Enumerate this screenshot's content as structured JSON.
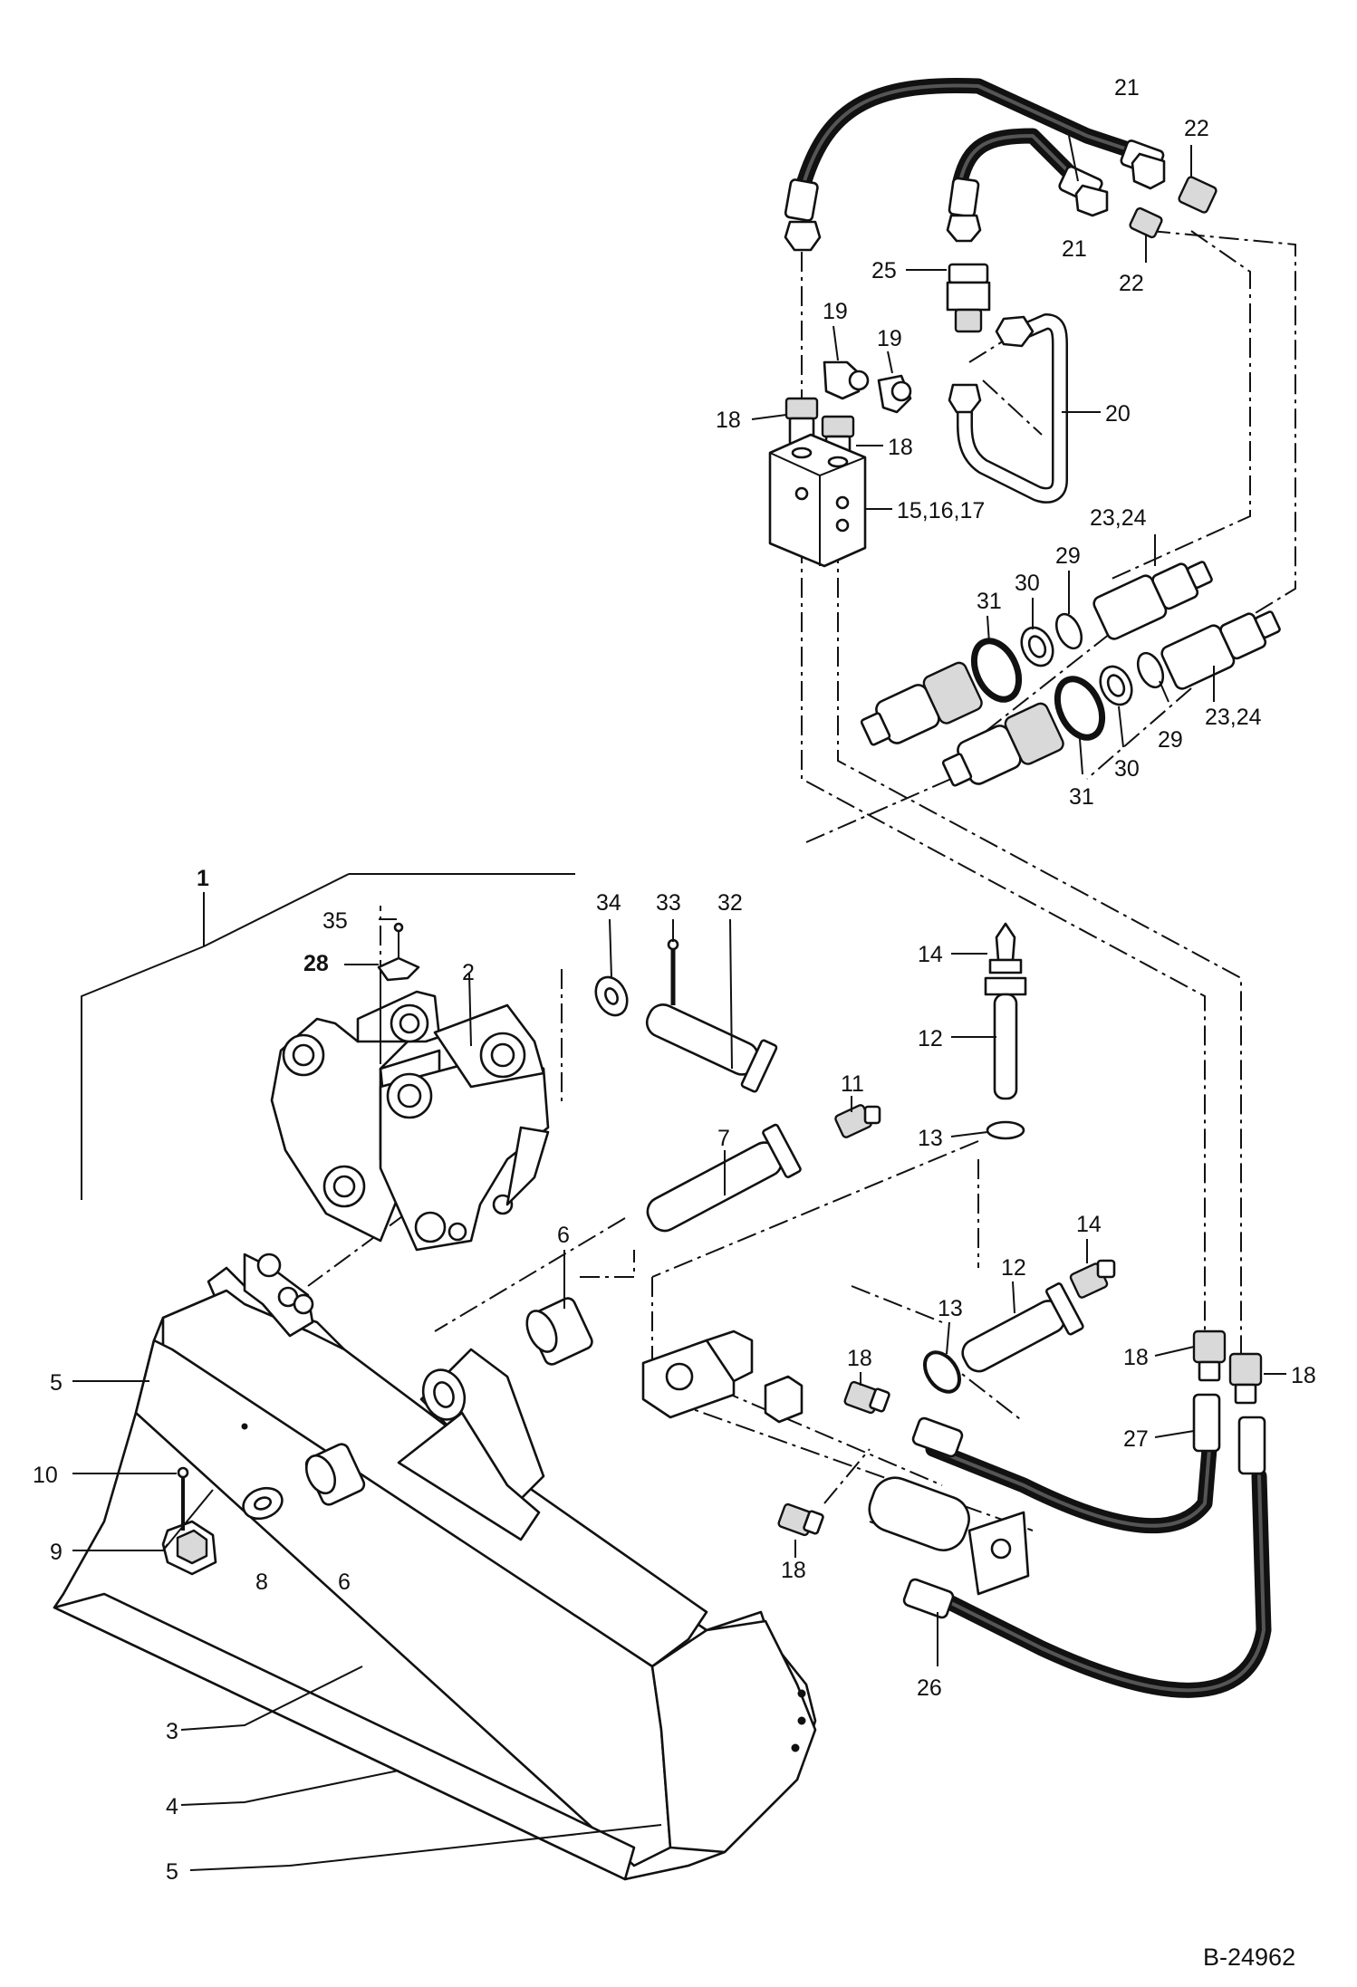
{
  "diagram_id": "B-24962",
  "callouts": {
    "c21a": "21",
    "c22a": "22",
    "c21b": "21",
    "c22b": "22",
    "c25": "25",
    "c19a": "19",
    "c19b": "19",
    "c18a": "18",
    "c18b": "18",
    "c20": "20",
    "c15": "15,16,17",
    "c23a": "23,24",
    "c29a": "29",
    "c30a": "30",
    "c31a": "31",
    "c23b": "23,24",
    "c29b": "29",
    "c30b": "30",
    "c31b": "31",
    "c1": "1",
    "c35": "35",
    "c28": "28",
    "c2": "2",
    "c34": "34",
    "c33": "33",
    "c32": "32",
    "c14a": "14",
    "c12a": "12",
    "c13a": "13",
    "c11": "11",
    "c7": "7",
    "c6a": "6",
    "c14b": "14",
    "c12b": "12",
    "c13b": "13",
    "c18c": "18",
    "c18d": "18",
    "c18e": "18",
    "c27": "27",
    "c18f": "18",
    "c26": "26",
    "c5a": "5",
    "c10": "10",
    "c9": "9",
    "c8": "8",
    "c6b": "6",
    "c3": "3",
    "c4": "4",
    "c5b": "5"
  }
}
